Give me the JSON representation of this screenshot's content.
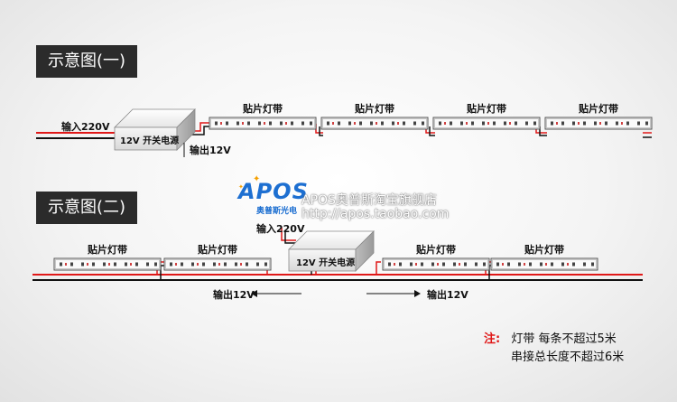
{
  "diagram1": {
    "title": "示意图(一)",
    "input_label": "输入220V",
    "output_label": "输出12V",
    "psu_label": "12V 开关电源",
    "strip_labels": [
      "贴片灯带",
      "贴片灯带",
      "贴片灯带",
      "贴片灯带"
    ]
  },
  "diagram2": {
    "title": "示意图(二)",
    "input_label": "输入220V",
    "output_left_label": "输出12V",
    "output_right_label": "输出12V",
    "psu_label": "12V 开关电源",
    "strip_labels": [
      "贴片灯带",
      "贴片灯带",
      "贴片灯带",
      "贴片灯带"
    ]
  },
  "logo": {
    "word": "APOS",
    "sub": "奥普斯光电"
  },
  "watermark": {
    "line1": "APOS奥普斯淘宝旗舰店",
    "line2": "http://apos.taobao.com"
  },
  "notes": {
    "key": "注:",
    "line1": "灯带 每条不超过5米",
    "line2": "串接总长度不超过6米"
  },
  "colors": {
    "wire_red": "#e01818",
    "wire_black": "#111111",
    "title_bg": "#2b2b2b",
    "logo_blue": "#1d6fd1"
  }
}
